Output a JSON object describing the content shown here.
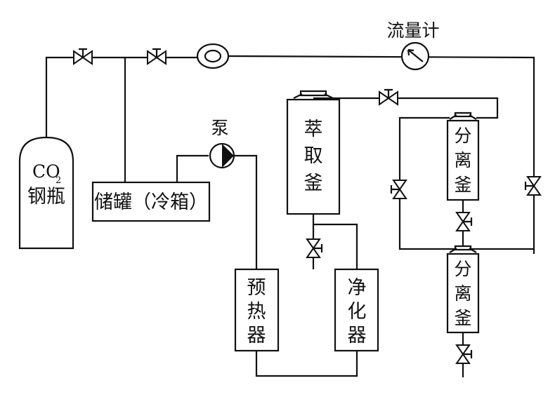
{
  "labels": {
    "flowmeter": "流量计",
    "pump": "泵",
    "co2_main": "CO",
    "co2_sub": "2",
    "cylinder": "钢瓶",
    "storage": "储罐（冷箱）",
    "extractor": [
      "萃",
      "取",
      "釜"
    ],
    "separator1": [
      "分",
      "离",
      "釜"
    ],
    "separator2": [
      "分",
      "离",
      "釜"
    ],
    "preheater": [
      "预",
      "热",
      "器"
    ],
    "purifier": [
      "净",
      "化",
      "器"
    ]
  },
  "icons": {
    "valve": "gate-valve-icon",
    "pump": "pump-icon",
    "flowmeter": "flowmeter-icon",
    "condenser": "coil-heat-exchanger-icon",
    "vessel_cap": "vessel-cap-icon"
  },
  "colors": {
    "line": "#111111",
    "fill": "#ffffff"
  }
}
